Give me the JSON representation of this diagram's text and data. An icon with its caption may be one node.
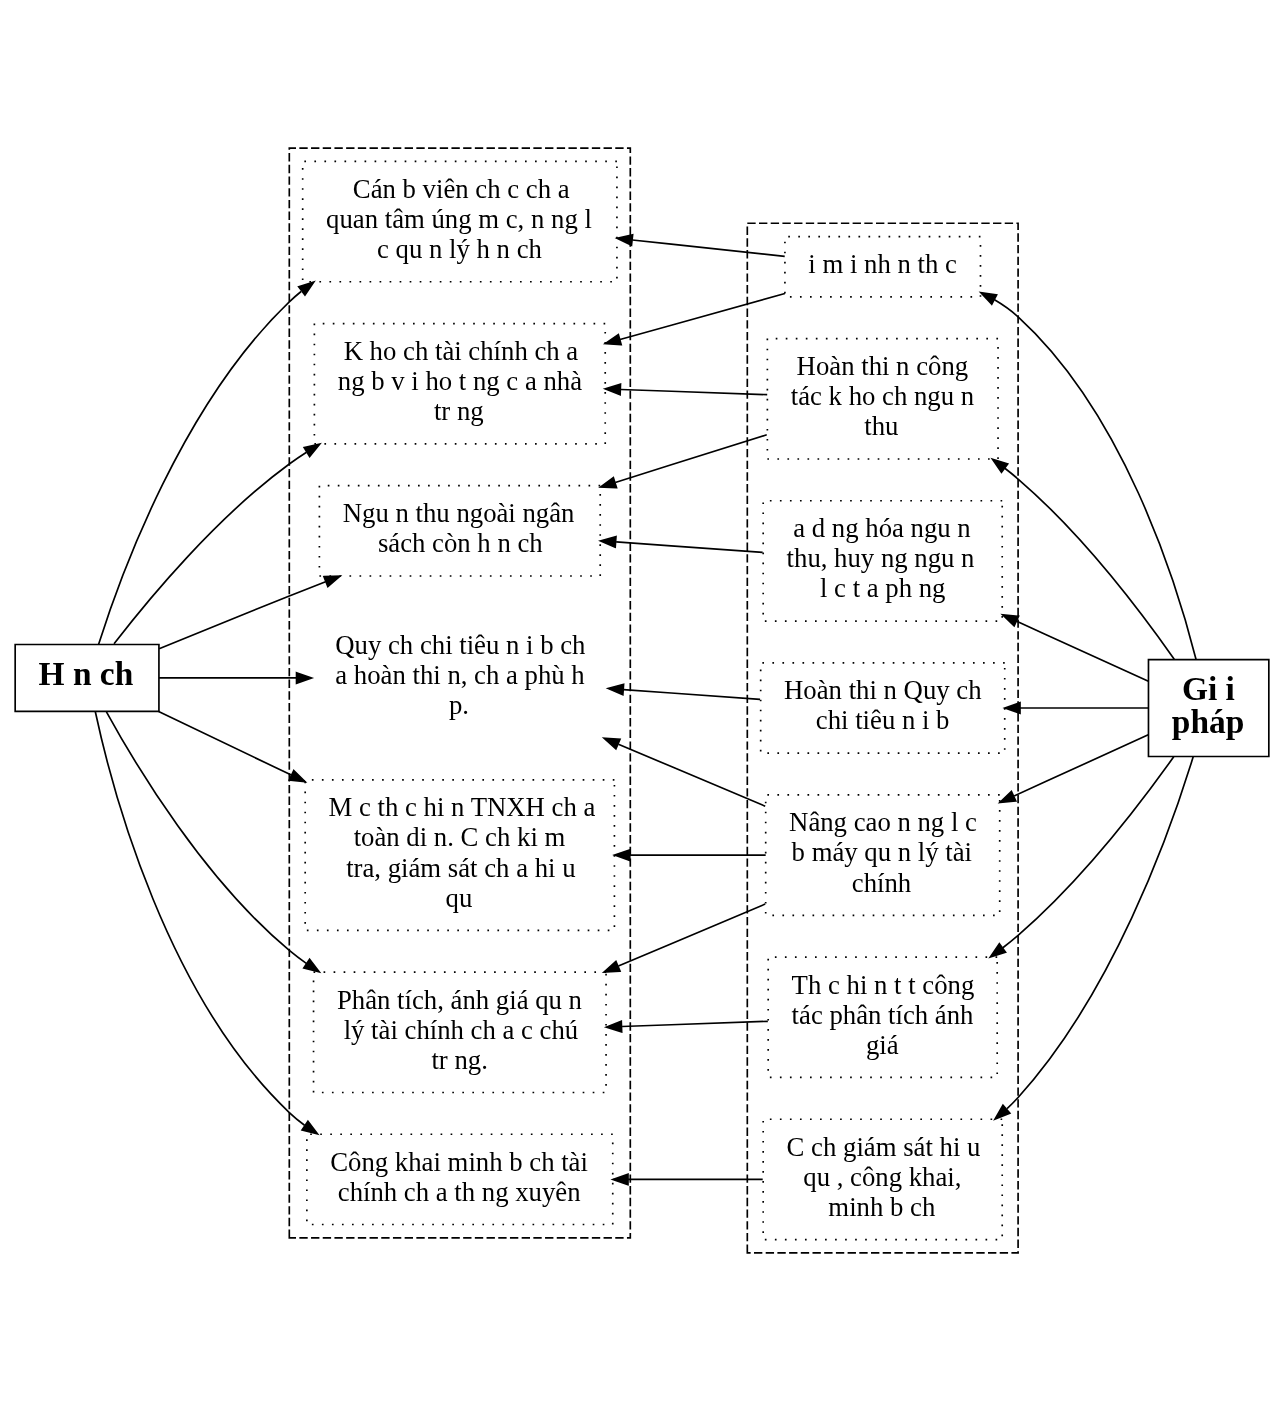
{
  "diagram": {
    "nodes": [
      {
        "text": [
          "H n ch"
        ]
      },
      {
        "text": [],
        "shape": "box"
      },
      {
        "text": [
          "Cán b viên ch c ch a quan tâm úng m c, n ng l c qu n lý h n ch"
        ],
        "in": 1
      },
      {
        "text": [
          "K ho ch tài chính ch a ng b v i ho t ng c a nhà tr ng"
        ],
        "in": 1
      },
      {
        "text": [
          "Ngu n thu ngoài ngân sách còn h n ch"
        ],
        "in": 1
      },
      {
        "text": [
          "Quy ch chi tiêu n i b ch a hoàn thi n, ch a phù h p."
        ],
        "in": 1
      },
      {
        "text": [
          "M c th c hi n TNXH ch a toàn di n. C ch ki m tra, giám sát ch a hi u qu"
        ],
        "in": 1
      },
      {
        "text": [
          "Phân tích, ánh giá qu n lý tài chính ch a c chú tr ng."
        ],
        "in": 1
      },
      {
        "text": [
          "Công khai minh b ch tài chính ch a th ng xuyên"
        ],
        "in": 1
      },
      {
        "text": [],
        "shape": "box"
      },
      {
        "text": [
          "i m i nh n th c"
        ],
        "in": 9
      },
      {
        "text": [
          "Hoàn thi n công tác k ho ch ngu n thu"
        ],
        "in": 9
      },
      {
        "text": [
          "a d ng hóa ngu n thu, huy ng ngu n l c t a ph ng"
        ],
        "in": 9
      },
      {
        "text": [
          "Hoàn thi n Quy ch chi tiêu n i b"
        ],
        "in": 9
      },
      {
        "text": [
          "Nâng cao n ng l c b máy qu n lý tài chính"
        ],
        "in": 9
      },
      {
        "text": [
          "Th c hi n t t công tác phân tích ánh giá"
        ],
        "in": 9
      },
      {
        "text": [
          "C ch giám sát hi u qu , công khai, minh b ch"
        ],
        "in": 9
      },
      {
        "text": [
          "Gi i pháp"
        ]
      }
    ],
    "edges": [
      {
        "from": 0,
        "to": 2,
        "arrow": "to"
      },
      {
        "from": 0,
        "to": 3,
        "arrow": "to"
      },
      {
        "from": 0,
        "to": 4,
        "arrow": "to"
      },
      {
        "from": 0,
        "to": 5,
        "arrow": "to"
      },
      {
        "from": 0,
        "to": 6,
        "arrow": "to"
      },
      {
        "from": 0,
        "to": 7,
        "arrow": "to"
      },
      {
        "from": 0,
        "to": 8,
        "arrow": "to"
      },
      {
        "from": 17,
        "to": 10,
        "arrow": "to"
      },
      {
        "from": 17,
        "to": 11,
        "arrow": "to"
      },
      {
        "from": 17,
        "to": 12,
        "arrow": "to"
      },
      {
        "from": 17,
        "to": 13,
        "arrow": "to"
      },
      {
        "from": 17,
        "to": 14,
        "arrow": "to"
      },
      {
        "from": 17,
        "to": 15,
        "arrow": "to"
      },
      {
        "from": 17,
        "to": 16,
        "arrow": "to"
      },
      {
        "from": 10,
        "to": 2,
        "arrow": "to"
      },
      {
        "from": 10,
        "to": 3,
        "arrow": "to"
      },
      {
        "from": 11,
        "to": 3,
        "arrow": "to"
      },
      {
        "from": 11,
        "to": 4,
        "arrow": "to"
      },
      {
        "from": 12,
        "to": 4,
        "arrow": "to"
      },
      {
        "from": 13,
        "to": 5,
        "arrow": "to"
      },
      {
        "from": 14,
        "to": 6,
        "arrow": "to"
      },
      {
        "from": 14,
        "to": 5,
        "arrow": "to"
      },
      {
        "from": 14,
        "to": 7,
        "arrow": "to"
      },
      {
        "from": 15,
        "to": 7,
        "arrow": "to"
      },
      {
        "from": 16,
        "to": 8,
        "arrow": "to"
      }
    ]
  }
}
